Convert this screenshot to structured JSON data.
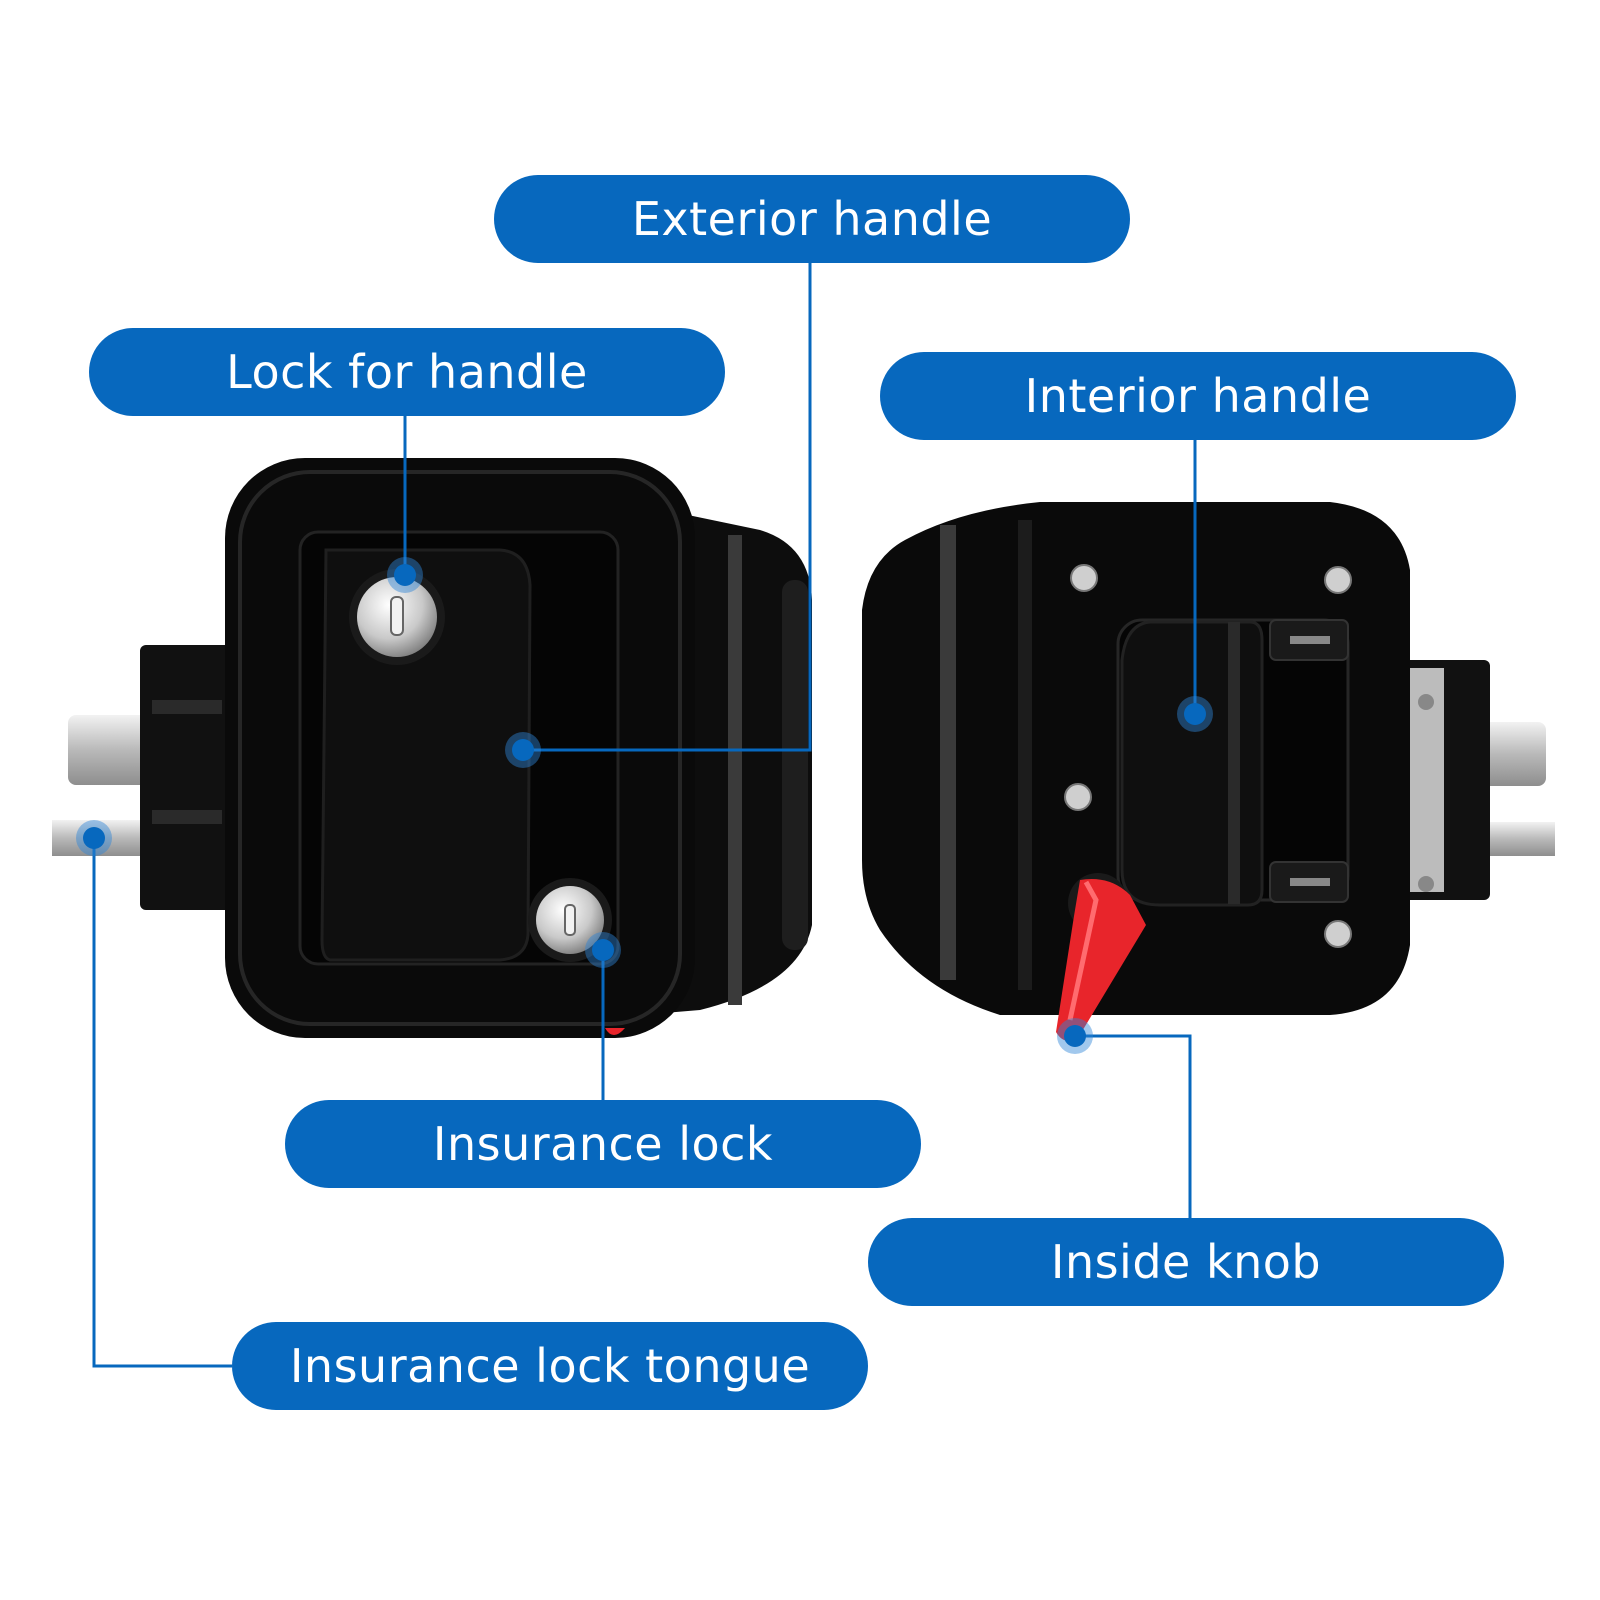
{
  "colors": {
    "accent": "#0768BE",
    "callout_dot": "#2F86D6",
    "lock_body": "#0A0A0A",
    "knob": "#E8252B"
  },
  "labels": {
    "exterior_handle": "Exterior handle",
    "lock_for_handle": "Lock for handle",
    "interior_handle": "Interior handle",
    "insurance_lock": "Insurance lock",
    "inside_knob": "Inside knob",
    "insurance_lock_tongue": "Insurance lock tongue"
  }
}
